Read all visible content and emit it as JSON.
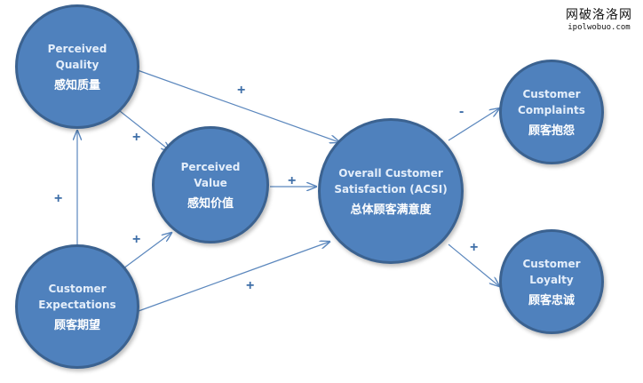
{
  "watermark": {
    "title": "网破洛洛网",
    "url": "ipolwobuo.com"
  },
  "nodes": {
    "perceived_quality": {
      "en1": "Perceived",
      "en2": "Quality",
      "zh": "感知质量"
    },
    "perceived_value": {
      "en1": "Perceived",
      "en2": "Value",
      "zh": "感知价值"
    },
    "customer_expectations": {
      "en1": "Customer",
      "en2": "Expectations",
      "zh": "顾客期望"
    },
    "overall_satisfaction": {
      "en1": "Overall Customer",
      "en2": "Satisfaction (ACSI)",
      "zh": "总体顾客满意度"
    },
    "customer_complaints": {
      "en1": "Customer",
      "en2": "Complaints",
      "zh": "顾客抱怨"
    },
    "customer_loyalty": {
      "en1": "Customer",
      "en2": "Loyalty",
      "zh": "顾客忠诚"
    }
  },
  "signs": {
    "pq_acsi": "+",
    "pq_pv": "+",
    "ce_pq": "+",
    "ce_pv": "+",
    "ce_acsi": "+",
    "pv_acsi": "+",
    "acsi_cc": "-",
    "acsi_cl": "+"
  },
  "colors": {
    "node_fill": "#4f81bd",
    "arrow": "#5b87bd"
  }
}
